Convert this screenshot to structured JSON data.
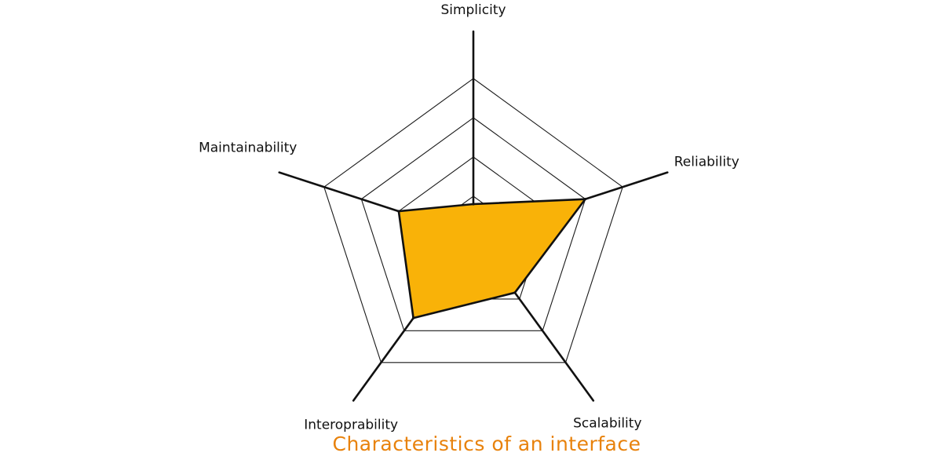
{
  "chart_data": {
    "type": "radar",
    "title": "Characteristics of an interface",
    "axes": [
      "Simplicity",
      "Reliability",
      "Scalability",
      "Interoprability",
      "Maintainability"
    ],
    "rings": 4,
    "range": [
      0,
      4
    ],
    "series": [
      {
        "values": [
          0.8,
          3.0,
          1.8,
          2.6,
          2.0
        ]
      }
    ],
    "grid": true
  },
  "colors": {
    "fill": "#F9B208",
    "title": "#E8820C",
    "lines": "#111111"
  }
}
